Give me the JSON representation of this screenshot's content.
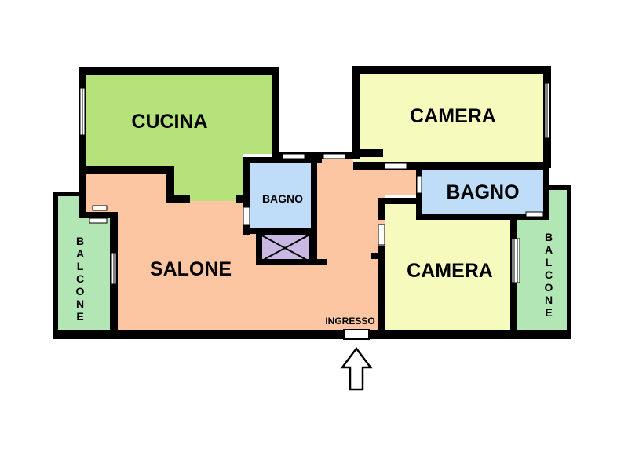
{
  "rooms": {
    "cucina": {
      "label": "CUCINA",
      "color": "#b5e27a"
    },
    "camera_top": {
      "label": "CAMERA",
      "color": "#f7fabd"
    },
    "camera_bottom": {
      "label": "CAMERA",
      "color": "#f7fabd"
    },
    "bagno_small": {
      "label": "BAGNO",
      "color": "#bfdcf8"
    },
    "bagno_large": {
      "label": "BAGNO",
      "color": "#bfdcf8"
    },
    "salone": {
      "label": "SALONE",
      "color": "#fcc6a2"
    },
    "balcone_left": {
      "label": "BALCONE",
      "color": "#b3e6b5"
    },
    "balcone_right": {
      "label": "BALCONE",
      "color": "#b3e6b5"
    }
  },
  "entrance": {
    "label": "INGRESSO"
  },
  "colors": {
    "wall": "#000000",
    "stair": "#c9b8e2",
    "background": "#ffffff"
  },
  "icons": {
    "entrance_arrow": "up-arrow-outline-icon",
    "shaft": "crossed-box-icon"
  }
}
